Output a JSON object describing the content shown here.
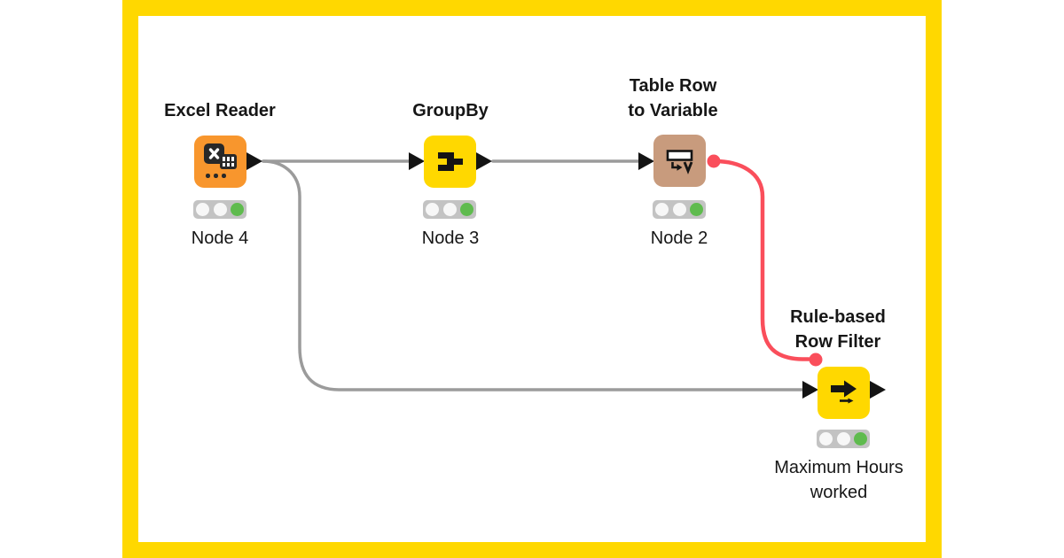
{
  "app": {
    "name": "KNIME workflow editor canvas"
  },
  "colors": {
    "frame_yellow": "#FFD800",
    "canvas_white": "#FFFFFF",
    "wire_gray": "#9B9B9B",
    "flow_variable_red": "#FA4E5B",
    "status_green": "#5FBB4E",
    "status_off": "#F7F7F7",
    "traffic_bg": "#C3C3C3",
    "port_black": "#141414",
    "text": "#161616"
  },
  "workflow": {
    "nodes": [
      {
        "name": "Excel Reader",
        "title_lines": [
          "Excel Reader"
        ],
        "label_lines": [
          "Node 4"
        ],
        "color": "#F8962D",
        "icon": "excel-reader-icon",
        "status": "executed"
      },
      {
        "name": "GroupBy",
        "title_lines": [
          "GroupBy"
        ],
        "label_lines": [
          "Node 3"
        ],
        "color": "#FFD800",
        "icon": "groupby-icon",
        "status": "executed"
      },
      {
        "name": "Table Row to Variable",
        "title_lines": [
          "Table Row",
          "to Variable"
        ],
        "label_lines": [
          "Node 2"
        ],
        "color": "#C89B7D",
        "icon": "table-row-to-variable-icon",
        "status": "executed"
      },
      {
        "name": "Rule-based Row Filter",
        "title_lines": [
          "Rule-based",
          "Row Filter"
        ],
        "label_lines": [
          "Maximum Hours",
          "worked"
        ],
        "color": "#FFD800",
        "icon": "rule-based-row-filter-icon",
        "status": "executed"
      }
    ],
    "connections": [
      {
        "from": "Excel Reader",
        "to": "GroupBy",
        "type": "data"
      },
      {
        "from": "GroupBy",
        "to": "Table Row to Variable",
        "type": "data"
      },
      {
        "from": "Excel Reader",
        "to": "Rule-based Row Filter",
        "type": "data"
      },
      {
        "from": "Table Row to Variable",
        "to": "Rule-based Row Filter",
        "type": "flow-variable"
      }
    ]
  }
}
